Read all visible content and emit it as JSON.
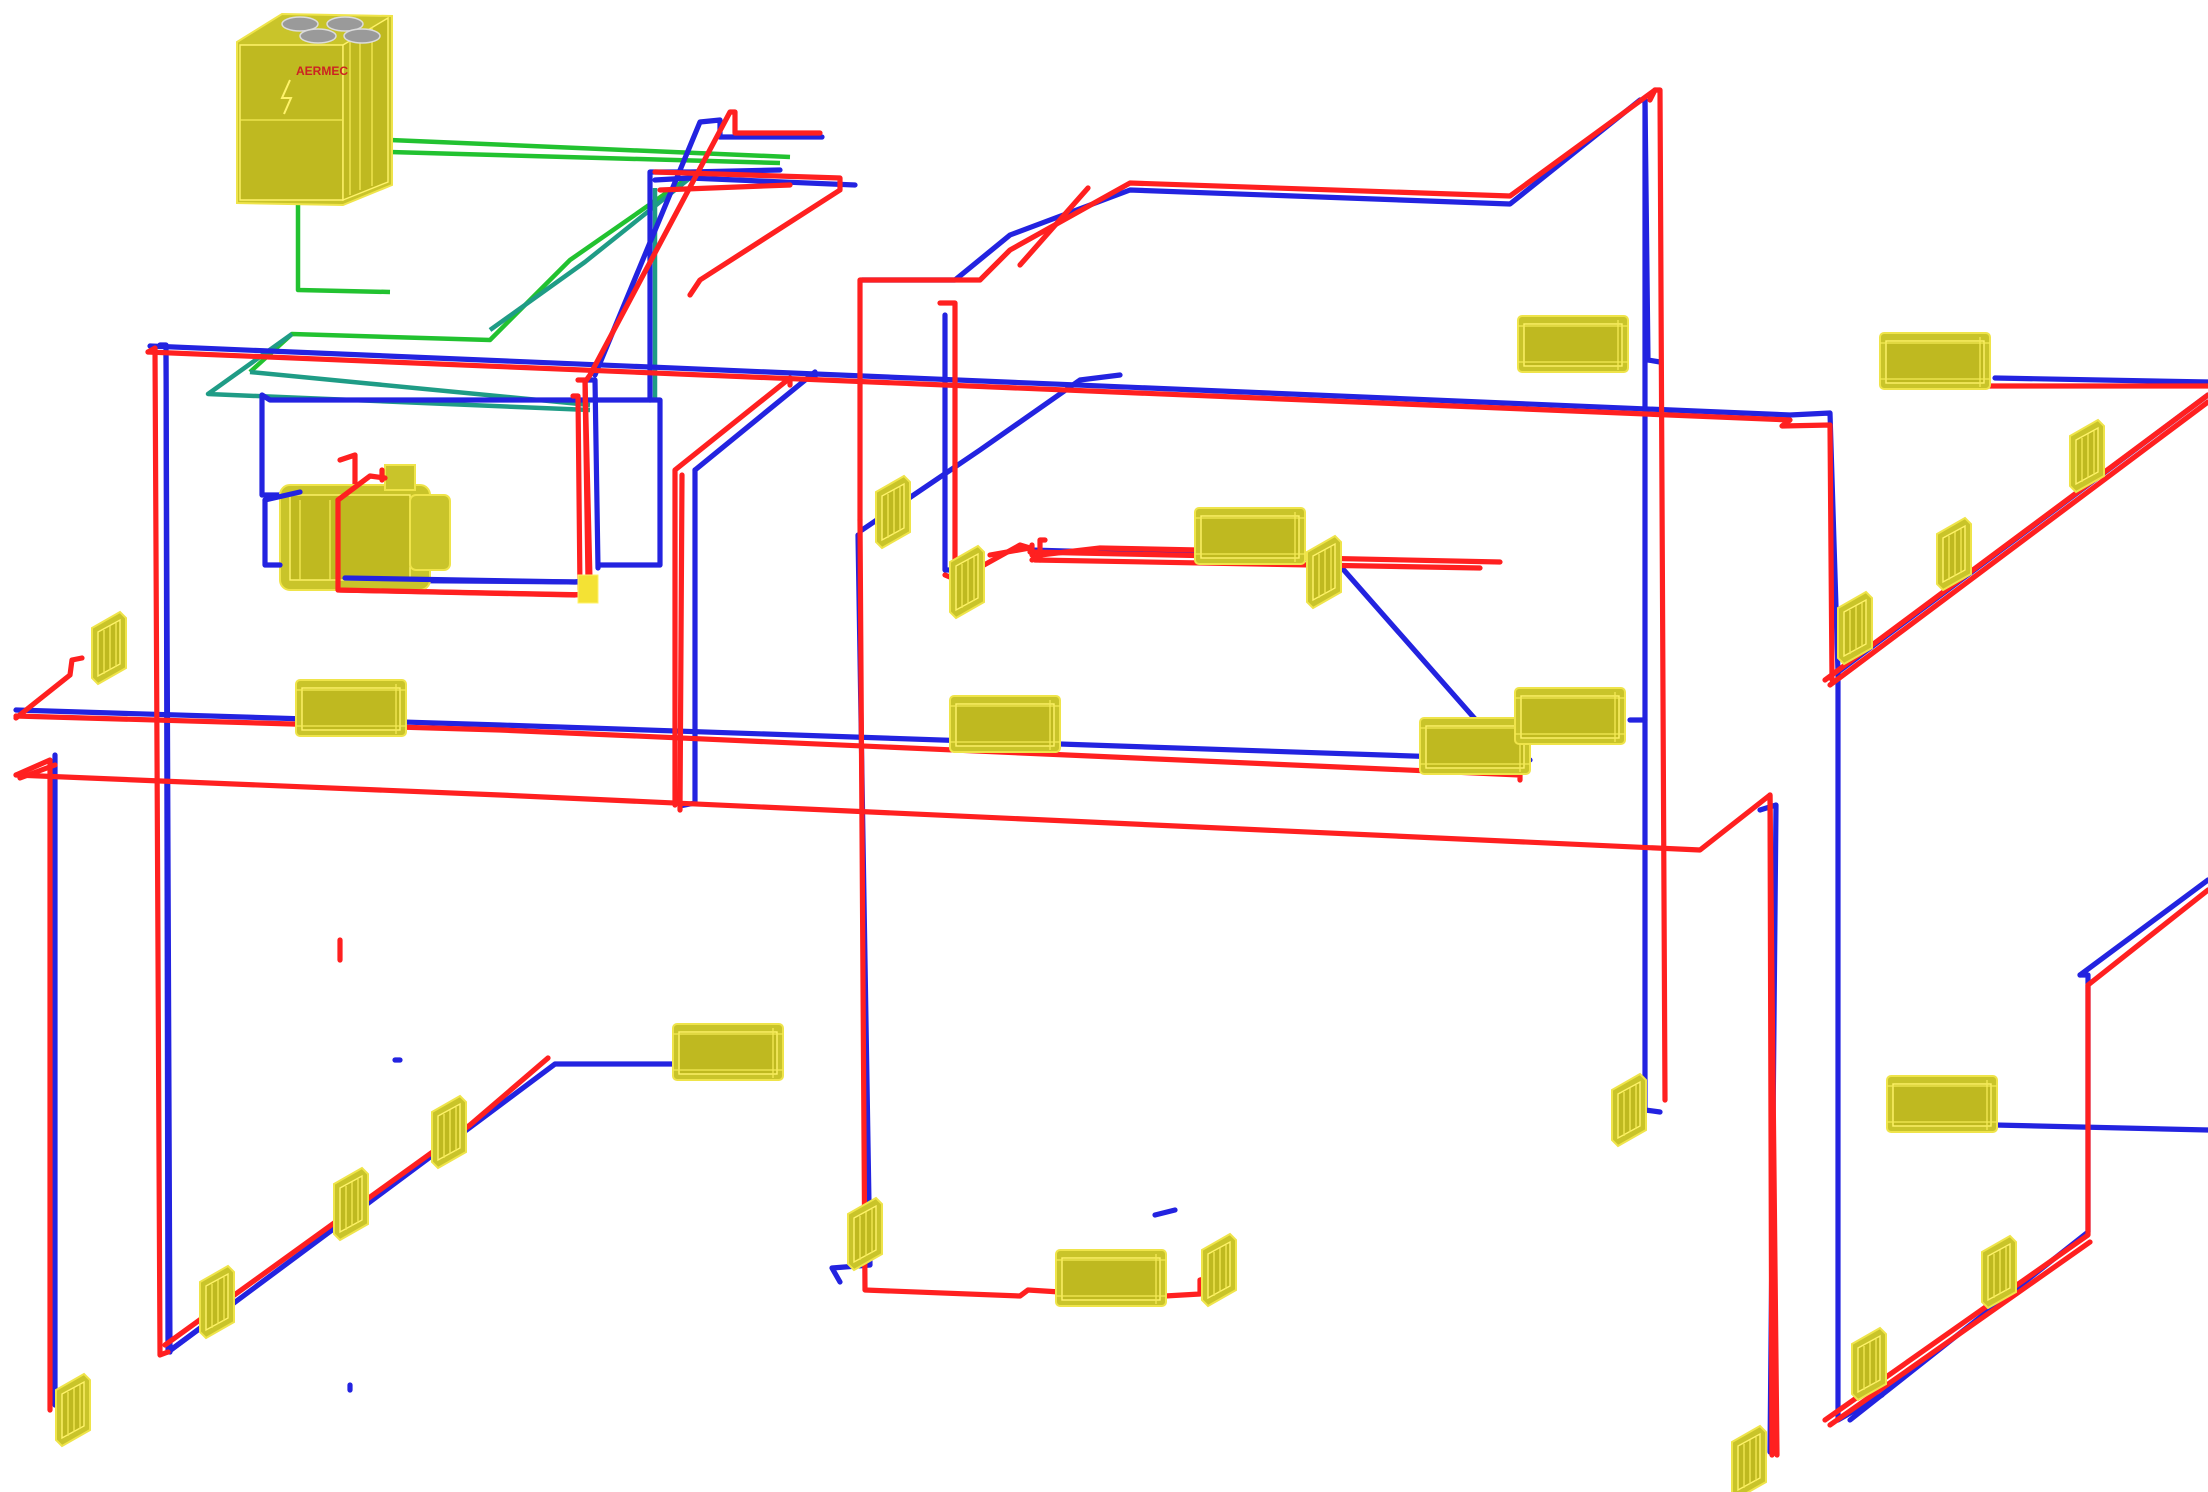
{
  "drawing": {
    "units_label": "AERMEC",
    "colors": {
      "background": "#ffffff",
      "supply_pipe": "#ff2020",
      "return_pipe": "#2323e0",
      "refrigerant_pipe": "#22c230",
      "equipment": "#c9c42a"
    },
    "equipment": [
      {
        "type": "outdoor-chiller-unit",
        "label": "AERMEC"
      },
      {
        "type": "pump-tank-module"
      },
      {
        "type": "fan-coil-units"
      }
    ]
  }
}
